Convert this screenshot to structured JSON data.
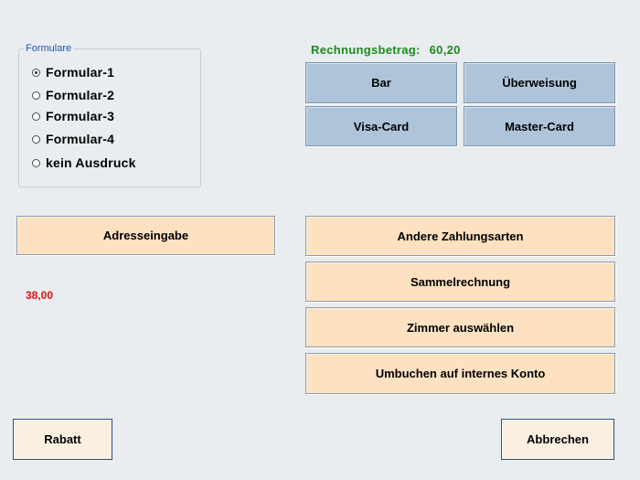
{
  "formulare": {
    "title": "Formulare",
    "options": [
      {
        "label": "Formular-1",
        "checked": true
      },
      {
        "label": "Formular-2",
        "checked": false
      },
      {
        "label": "Formular-3",
        "checked": false
      },
      {
        "label": "Formular-4",
        "checked": false
      },
      {
        "label": "kein Ausdruck",
        "checked": false
      }
    ]
  },
  "invoice": {
    "label": "Rechnungsbetrag:",
    "amount": "60,20"
  },
  "payment": {
    "cash": "Bar",
    "transfer": "Überweisung",
    "visa": "Visa-Card",
    "master": "Master-Card"
  },
  "address_button": "Adresseingabe",
  "secondary_amount": "38,00",
  "actions": {
    "other_methods": "Andere Zahlungsarten",
    "collective_invoice": "Sammelrechnung",
    "select_room": "Zimmer auswählen",
    "rebook_internal": "Umbuchen auf internes Konto"
  },
  "footer": {
    "discount": "Rabatt",
    "cancel": "Abbrechen"
  },
  "colors": {
    "total_green": "#1c8a1c",
    "amount_red": "#e51010",
    "pay_blue": "#aec4da",
    "peach": "#fde1c0"
  }
}
